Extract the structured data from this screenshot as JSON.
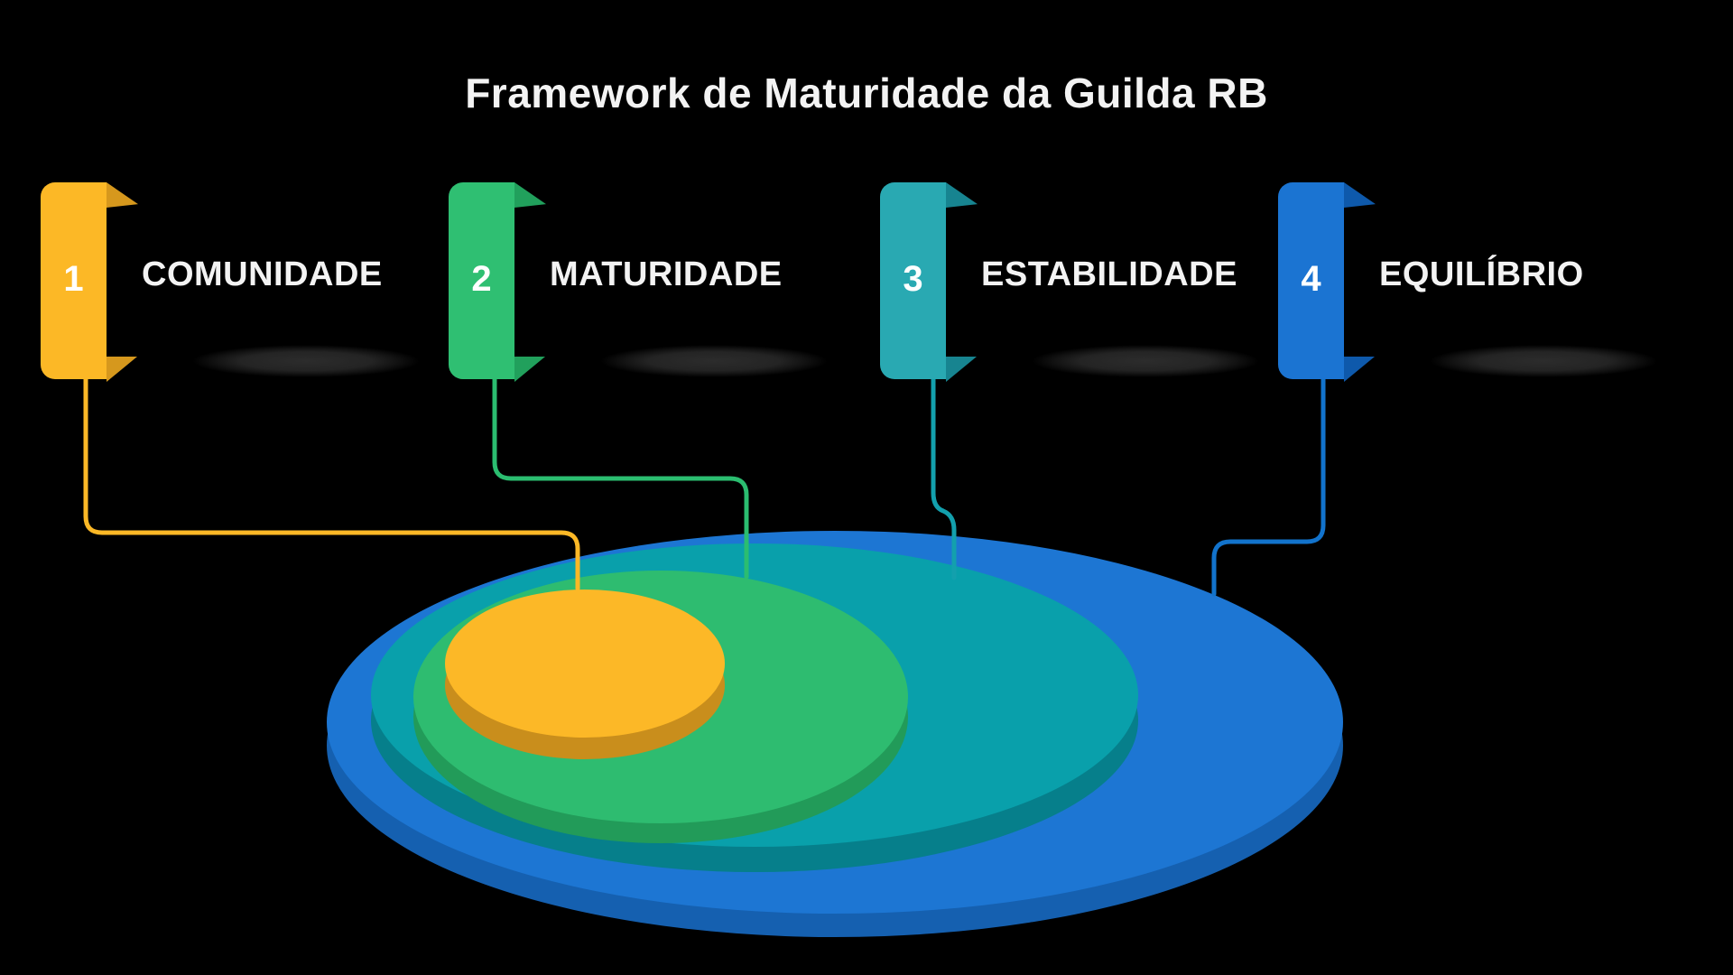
{
  "title": "Framework de Maturidade da Guilda RB",
  "background_color": "#000000",
  "text_color": "#f3f3f3",
  "steps": [
    {
      "number": "1",
      "label": "COMUNIDADE",
      "color": "#fcb826",
      "fold_color": "#d6981d"
    },
    {
      "number": "2",
      "label": "MATURIDADE",
      "color": "#2fbf72",
      "fold_color": "#21a05c"
    },
    {
      "number": "3",
      "label": "ESTABILIDADE",
      "color": "#29a9b2",
      "fold_color": "#178490"
    },
    {
      "number": "4",
      "label": "EQUILÍBRIO",
      "color": "#1b74d2",
      "fold_color": "#0e59ab"
    }
  ],
  "diagram": {
    "type": "stacked-3d-discs",
    "layers_outer_to_inner": [
      {
        "name": "EQUILÍBRIO",
        "face_color": "#1d76d3",
        "side_color": "#1560b0"
      },
      {
        "name": "ESTABILIDADE",
        "face_color": "#09a0ab",
        "side_color": "#067f8b"
      },
      {
        "name": "MATURIDADE",
        "face_color": "#2ebc70",
        "side_color": "#229b59"
      },
      {
        "name": "COMUNIDADE",
        "face_color": "#fcb827",
        "side_color": "#c98e1c"
      }
    ],
    "connector_colors": [
      "#fcb826",
      "#2bbd70",
      "#13a0ad",
      "#1273cc"
    ]
  }
}
